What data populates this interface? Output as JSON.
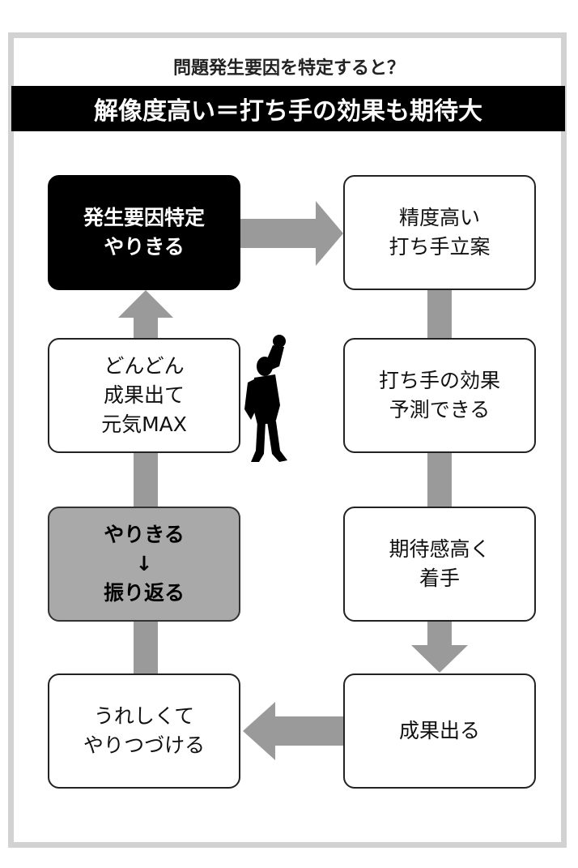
{
  "title": "問題発生要因を特定すると？",
  "banner": "解像度高い＝打ち手の効果も期待大",
  "boxes": {
    "identify": {
      "line1": "発生要因特定",
      "line2": "やりきる"
    },
    "plan": {
      "line1": "精度高い",
      "line2": "打ち手立案"
    },
    "predict": {
      "line1": "打ち手の効果",
      "line2": "予測できる"
    },
    "expect": {
      "line1": "期待感高く",
      "line2": "着手"
    },
    "result": {
      "line1": "成果出る"
    },
    "happy": {
      "line1": "うれしくて",
      "line2": "やりつづける"
    },
    "reflect": {
      "line1": "やりきる",
      "line2": "↓",
      "line3": "振り返る"
    },
    "energy": {
      "line1": "どんどん",
      "line2": "成果出て",
      "line3": "元気MAX"
    }
  },
  "colors": {
    "arrow": "#9a9a9a",
    "dark_box": "#000000",
    "gray_box": "#a9a9a9",
    "frame": "#d2d2d2"
  },
  "figure_icon": "cheering-person-silhouette-icon"
}
